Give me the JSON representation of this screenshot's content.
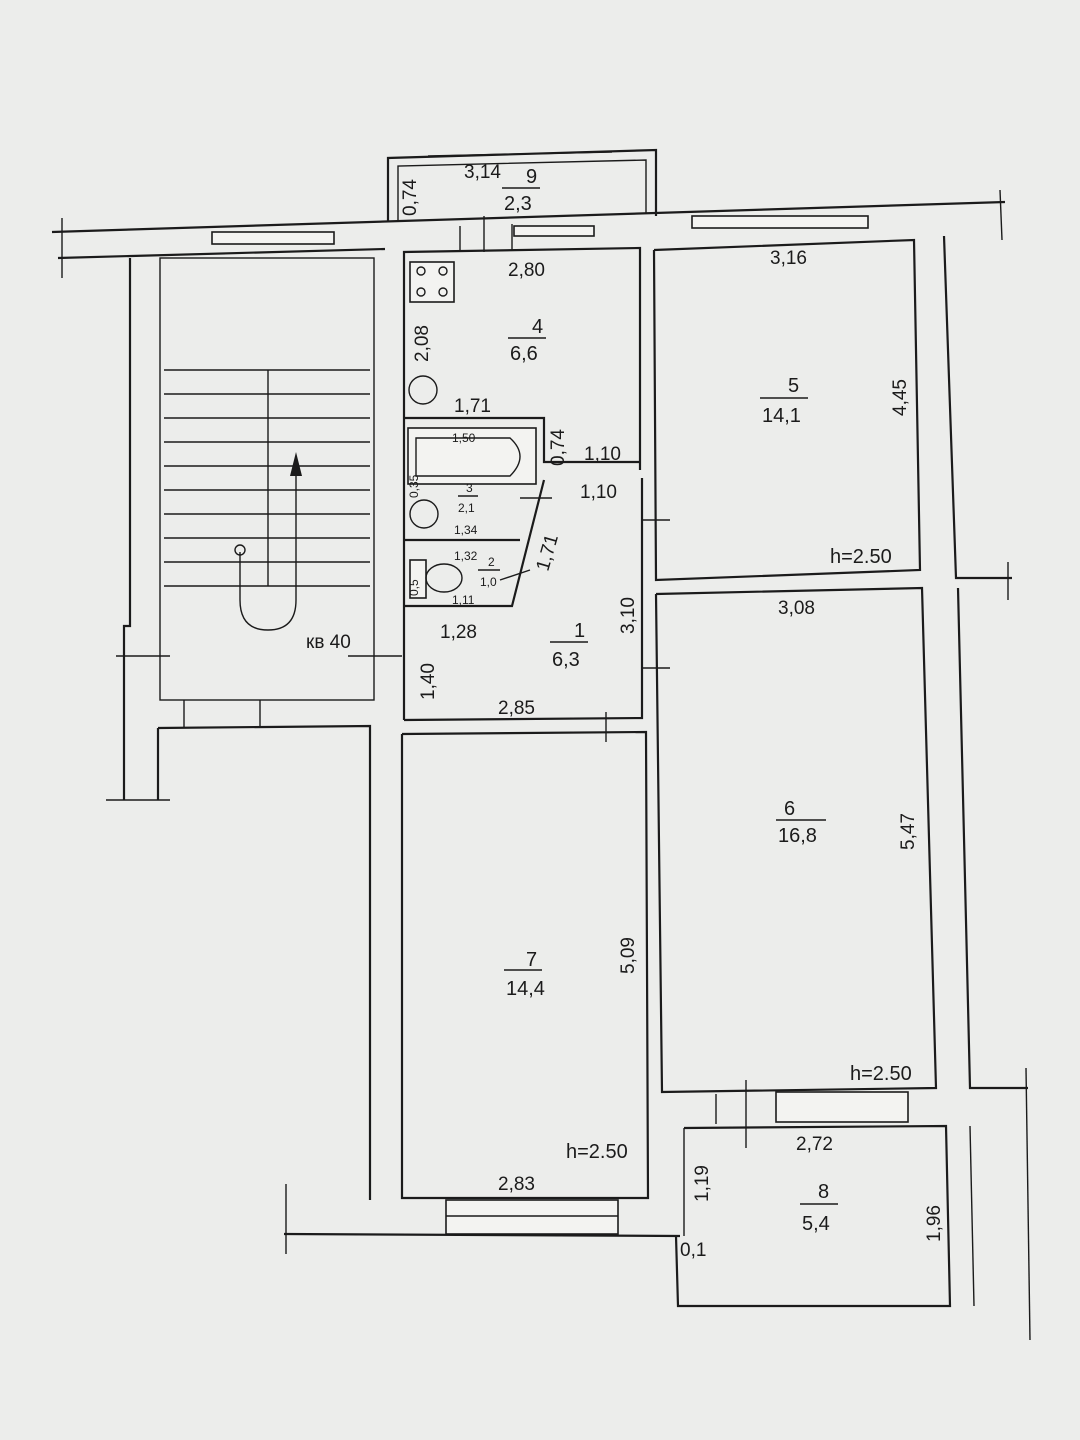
{
  "apartment": {
    "label": "кв 40"
  },
  "rooms": [
    {
      "id": "1",
      "area": "6,3"
    },
    {
      "id": "2",
      "area": "1,0"
    },
    {
      "id": "3",
      "area": "2,1"
    },
    {
      "id": "4",
      "area": "6,6"
    },
    {
      "id": "5",
      "area": "14,1"
    },
    {
      "id": "6",
      "area": "16,8"
    },
    {
      "id": "7",
      "area": "14,4"
    },
    {
      "id": "8",
      "area": "5,4"
    },
    {
      "id": "9",
      "area": "2,3"
    }
  ],
  "ceiling_heights": [
    "h=2.50",
    "h=2.50",
    "h=2.50"
  ],
  "dimensions": {
    "balcony_9_width": "3,14",
    "balcony_9_depth": "0,74",
    "kitchen_width": "2,80",
    "kitchen_depth": "2,08",
    "bath_width": "1,71",
    "bath_tub": "1,50",
    "bath_depth": "0,74",
    "bath_inner": "1,34",
    "bath_side": "0,35",
    "wc_width": "1,32",
    "wc_inner": "1,11",
    "wc_side": "0,5",
    "diag_1_71": "1,71",
    "hall_a": "1,10",
    "hall_b": "1,10",
    "hall_c": "1,28",
    "hall_depth": "3,10",
    "hall_width": "2,85",
    "hall_entry": "1,40",
    "room5_width": "3,16",
    "room5_depth": "4,45",
    "room6_width": "3,08",
    "room6_depth": "5,47",
    "room7_width": "2,83",
    "room7_depth": "5,09",
    "balcony_8_width": "2,72",
    "balcony_8_depth": "1,96",
    "balcony_8_side": "1,19",
    "balcony_8_small": "0,1"
  }
}
